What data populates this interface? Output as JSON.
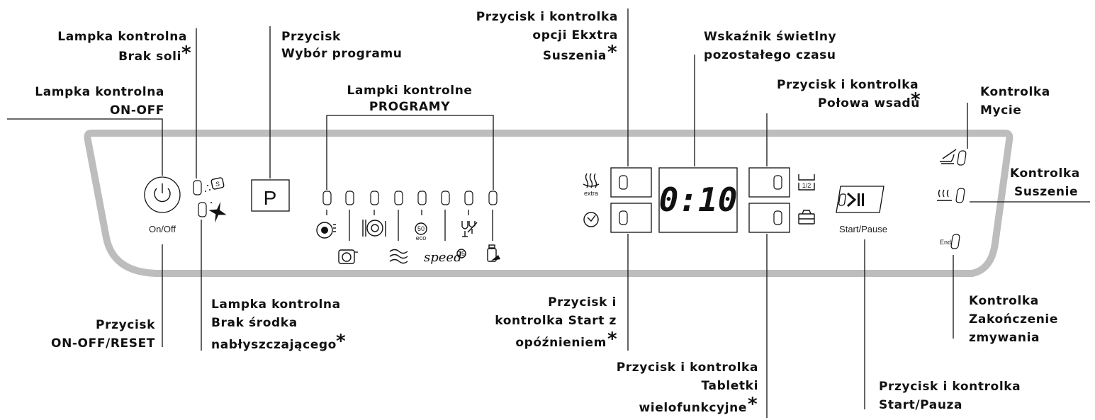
{
  "panel": {
    "onoff_label": "On/Off",
    "program_key": "P",
    "display_time": "0:10",
    "start_pause_label": "Start/Pause",
    "end_label": "End",
    "extra_label": "extra",
    "half_load_label": "1/2",
    "eco_temp": "50",
    "eco_label": "eco",
    "speed_label": "speed",
    "speed_minutes": "25",
    "salt_letter": "S",
    "half_load_lamp": "0",
    "tablet_lamp": "0",
    "start_pause_lamp": "0"
  },
  "labels": {
    "salt": {
      "l1": "Lampka kontrolna",
      "l2": "Brak soli",
      "ast": "*"
    },
    "onoff_lamp": {
      "l1": "Lampka kontrolna",
      "l2": "ON-OFF"
    },
    "program_btn": {
      "l1": "Przycisk",
      "l2": "Wybór programu"
    },
    "programs": {
      "l1": "Lampki kontrolne",
      "l2": "PROGRAMY"
    },
    "extra_dry": {
      "l1": "Przycisk i kontrolka",
      "l2": "opcji Ekxtra",
      "l3": "Suszenia",
      "ast": "*"
    },
    "time_display": {
      "l1": "Wskaźnik świetlny",
      "l2": "pozostałego czasu"
    },
    "half_load": {
      "l1": "Przycisk i kontrolka",
      "l2": "Połowa wsadu",
      "ast": "*"
    },
    "wash": {
      "l1": "Kontrolka",
      "l2": "Mycie"
    },
    "dry": {
      "l1": "Kontrolka",
      "l2": "Suszenie"
    },
    "onoff_btn": {
      "l1": "Przycisk",
      "l2": "ON-OFF/RESET"
    },
    "rinse": {
      "l1": "Lampka kontrolna",
      "l2": "Brak środka",
      "l3": "nabłyszczającego",
      "ast": "*"
    },
    "delay": {
      "l1": "Przycisk i",
      "l2": "kontrolka Start z",
      "l3": "opóźnieniem",
      "ast": "*"
    },
    "tablets": {
      "l1": "Przycisk i kontrolka",
      "l2": "Tabletki",
      "l3": "wielofunkcyjne",
      "ast": "*"
    },
    "start": {
      "l1": "Przycisk i kontrolka",
      "l2": "Start/Pauza"
    },
    "end": {
      "l1": "Kontrolka",
      "l2": "Zakończenie",
      "l3": "zmywania"
    }
  },
  "icons": {
    "power": "power-icon",
    "salt": "salt-icon",
    "rinse_aid": "sparkle-icon",
    "programs": [
      "intensive-pot-icon",
      "pot-icon",
      "plates-icon",
      "pre-wash-icon",
      "eco-50-icon",
      "speed-25-icon",
      "glass-icon",
      "baby-bottle-icon"
    ],
    "extra_dry": "steam-extra-icon",
    "delay": "clock-icon",
    "half_load": "half-load-icon",
    "tablet": "tablet-icon",
    "start": "play-pause-icon",
    "wash": "wash-icon",
    "dry": "dry-icon"
  },
  "colors": {
    "panel_outline": "#bdbdbd",
    "ink": "#111111"
  }
}
